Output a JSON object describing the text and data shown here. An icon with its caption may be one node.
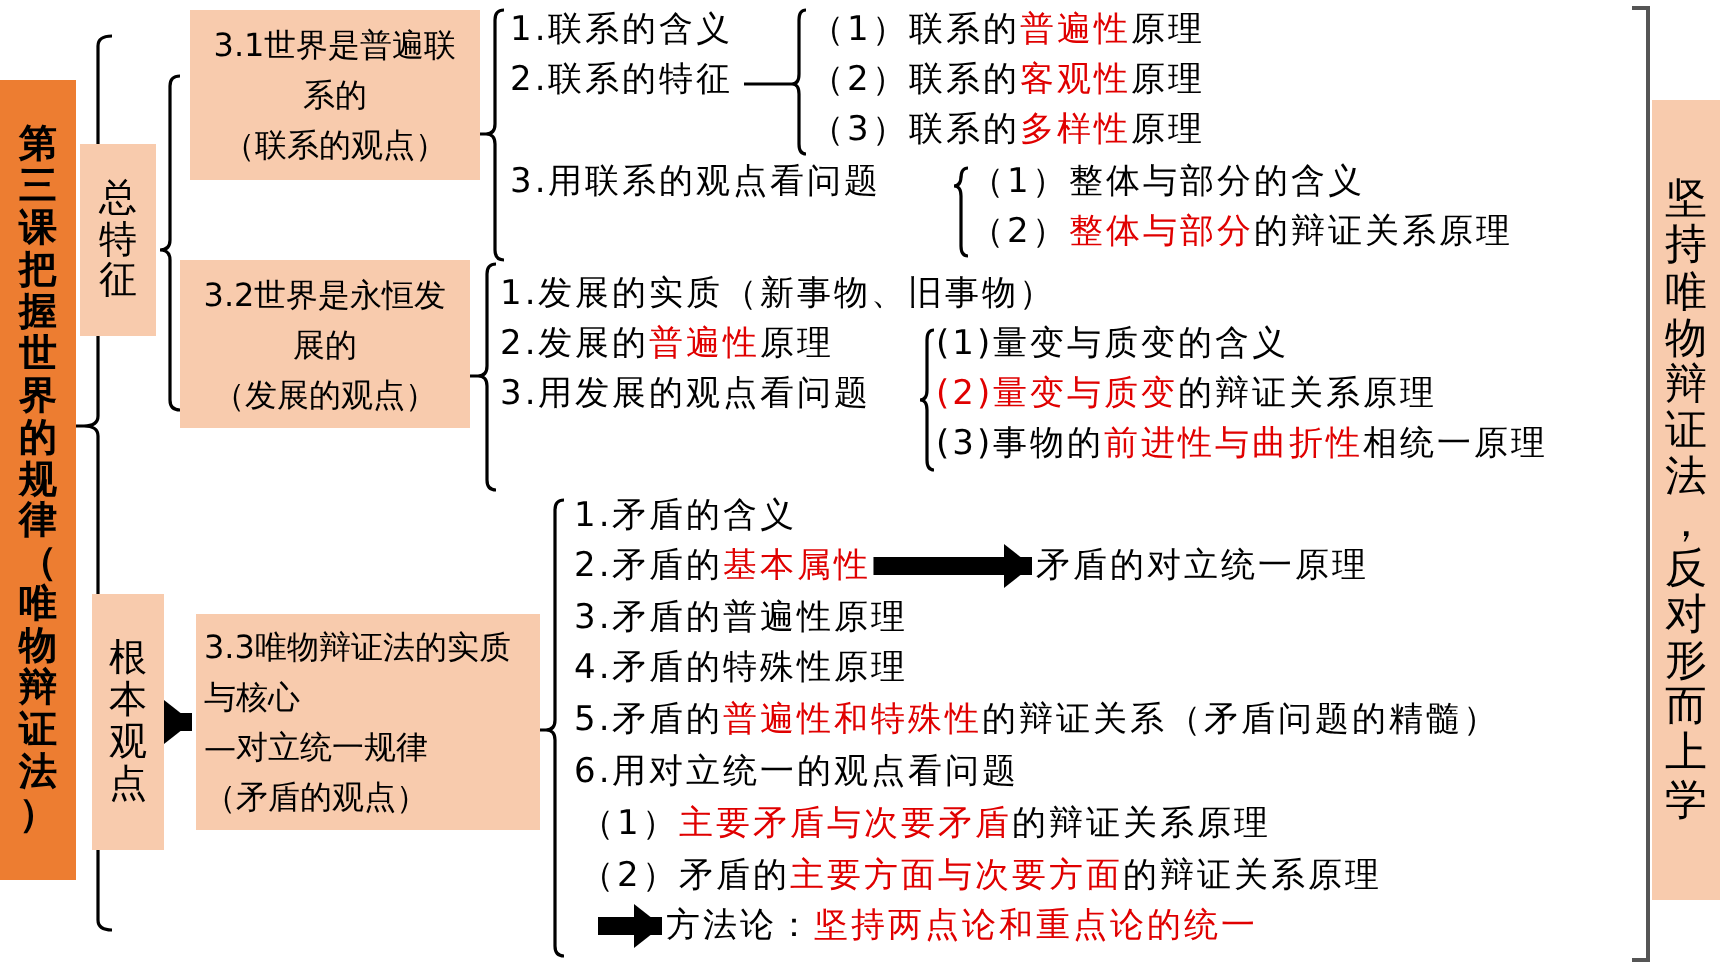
{
  "diagram": {
    "nodes": [
      {
        "text": [
          "第三课把握世界的规律（唯物辩证法）"
        ]
      },
      {
        "text": [
          "总特征"
        ]
      },
      {
        "text": [
          "3.1世界是普遍联系的",
          "（联系的观点）"
        ]
      },
      {
        "text": [
          "3.2世界是永恒发展的",
          "（发展的观点）"
        ]
      },
      {
        "text": [
          "根本观点"
        ]
      },
      {
        "text": [
          "3.3唯物辩证法的实质与核心",
          "—对立统一规律",
          "（矛盾的观点）"
        ]
      },
      {
        "text": [
          "2.矛盾的**基本属性**"
        ]
      },
      {
        "text": [
          "矛盾的对立统一原理"
        ]
      },
      {
        "text": [
          "方法论：**坚持两点论和重点论的统一**"
        ]
      },
      {
        "text": [
          "坚持唯物辩证法，反对形而上学"
        ]
      }
    ],
    "edges": [
      {
        "from": 4,
        "to": 5,
        "arrow": "to"
      },
      {
        "from": 6,
        "to": 7,
        "arrow": "to"
      },
      {
        "from": null,
        "to": 8,
        "arrow": "to"
      }
    ],
    "labels": [
      "1.联系的含义",
      "2.联系的特征",
      "（1）联系的**普遍性**原理",
      "（2）联系的**客观性**原理",
      "（3）联系的**多样性**原理",
      "3.用联系的观点看问题",
      "（1）整体与部分的含义",
      "（2）**整体与部分**的辩证关系原理",
      "1.发展的实质（新事物、旧事物）",
      "2.发展的**普遍性**原理",
      "3.用发展的观点看问题",
      "(1)量变与质变的含义",
      "**(2)量变与质变**的辩证关系原理",
      "(3)事物的**前进性与曲折性**相统一原理",
      "1.矛盾的含义",
      "3.矛盾的普遍性原理",
      "4.矛盾的特殊性原理",
      "5.矛盾的**普遍性和特殊性**的辩证关系（矛盾问题的精髓）",
      "6.用对立统一的观点看问题",
      "（1）**主要矛盾与次要矛盾**的辩证关系原理",
      "（2）矛盾的**主要方面与次要方面**的辩证关系原理"
    ]
  }
}
